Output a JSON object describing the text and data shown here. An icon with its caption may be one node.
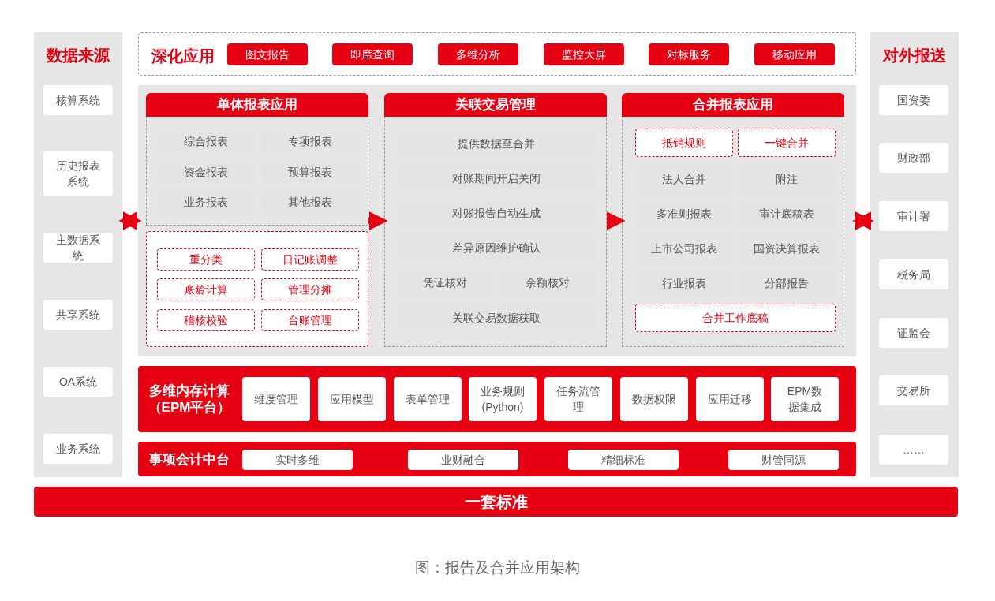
{
  "diagram": {
    "caption": "图：报告及合并应用架构",
    "nodes": [
      {
        "text": [
          "数据来源"
        ]
      },
      {
        "text": [
          "核算系统"
        ],
        "in": 0
      },
      {
        "text": [
          "历史报表系统"
        ],
        "in": 0
      },
      {
        "text": [
          "主数据系统"
        ],
        "in": 0
      },
      {
        "text": [
          "共享系统"
        ],
        "in": 0
      },
      {
        "text": [
          "OA系统"
        ],
        "in": 0
      },
      {
        "text": [
          "业务系统"
        ],
        "in": 0
      },
      {
        "text": [
          "深化应用"
        ]
      },
      {
        "text": [
          "图文报告"
        ],
        "in": 7
      },
      {
        "text": [
          "即席查询"
        ],
        "in": 7
      },
      {
        "text": [
          "多维分析"
        ],
        "in": 7
      },
      {
        "text": [
          "监控大屏"
        ],
        "in": 7
      },
      {
        "text": [
          "对标服务"
        ],
        "in": 7
      },
      {
        "text": [
          "移动应用"
        ],
        "in": 7
      },
      {
        "text": [],
        "shape": "box"
      },
      {
        "text": [
          "单体报表应用"
        ],
        "in": 14
      },
      {
        "text": [
          "综合报表"
        ],
        "in": 15
      },
      {
        "text": [
          "专项报表"
        ],
        "in": 15
      },
      {
        "text": [
          "资金报表"
        ],
        "in": 15
      },
      {
        "text": [
          "预算报表"
        ],
        "in": 15
      },
      {
        "text": [
          "业务报表"
        ],
        "in": 15
      },
      {
        "text": [
          "其他报表"
        ],
        "in": 15
      },
      {
        "text": [],
        "shape": "box",
        "in": 14
      },
      {
        "text": [
          "重分类"
        ],
        "in": 22
      },
      {
        "text": [
          "日记账调整"
        ],
        "in": 22
      },
      {
        "text": [
          "账龄计算"
        ],
        "in": 22
      },
      {
        "text": [
          "管理分摊"
        ],
        "in": 22
      },
      {
        "text": [
          "稽核校验"
        ],
        "in": 22
      },
      {
        "text": [
          "台账管理"
        ],
        "in": 22
      },
      {
        "text": [
          "关联交易管理"
        ],
        "in": 14
      },
      {
        "text": [
          "提供数据至合并"
        ],
        "in": 29
      },
      {
        "text": [
          "对账期间开启关闭"
        ],
        "in": 29
      },
      {
        "text": [
          "对账报告自动生成"
        ],
        "in": 29
      },
      {
        "text": [
          "差异原因维护确认"
        ],
        "in": 29
      },
      {
        "text": [
          "凭证核对"
        ],
        "in": 29
      },
      {
        "text": [
          "余额核对"
        ],
        "in": 29
      },
      {
        "text": [
          "关联交易数据获取"
        ],
        "in": 29
      },
      {
        "text": [
          "合并报表应用"
        ],
        "in": 14
      },
      {
        "text": [
          "抵销规则"
        ],
        "in": 37
      },
      {
        "text": [
          "一键合并"
        ],
        "in": 37
      },
      {
        "text": [
          "法人合并"
        ],
        "in": 37
      },
      {
        "text": [
          "附注"
        ],
        "in": 37
      },
      {
        "text": [
          "多准则报表"
        ],
        "in": 37
      },
      {
        "text": [
          "审计底稿表"
        ],
        "in": 37
      },
      {
        "text": [
          "上市公司报表"
        ],
        "in": 37
      },
      {
        "text": [
          "国资决算报表"
        ],
        "in": 37
      },
      {
        "text": [
          "行业报表"
        ],
        "in": 37
      },
      {
        "text": [
          "分部报告"
        ],
        "in": 37
      },
      {
        "text": [
          "合并工作底稿"
        ],
        "in": 37
      },
      {
        "text": [
          "多维内存计算（EPM平台）"
        ]
      },
      {
        "text": [
          "维度管理"
        ],
        "in": 49
      },
      {
        "text": [
          "应用模型"
        ],
        "in": 49
      },
      {
        "text": [
          "表单管理"
        ],
        "in": 49
      },
      {
        "text": [
          "业务规则 (Python)"
        ],
        "in": 49
      },
      {
        "text": [
          "任务流管理"
        ],
        "in": 49
      },
      {
        "text": [
          "数据权限"
        ],
        "in": 49
      },
      {
        "text": [
          "应用迁移"
        ],
        "in": 49
      },
      {
        "text": [
          "EPM数据集成"
        ],
        "in": 49
      },
      {
        "text": [
          "事项会计中台"
        ]
      },
      {
        "text": [
          "实时多维"
        ],
        "in": 58
      },
      {
        "text": [
          "业财融合"
        ],
        "in": 58
      },
      {
        "text": [
          "精细标准"
        ],
        "in": 58
      },
      {
        "text": [
          "财管同源"
        ],
        "in": 58
      },
      {
        "text": [
          "对外报送"
        ]
      },
      {
        "text": [
          "国资委"
        ],
        "in": 63
      },
      {
        "text": [
          "财政部"
        ],
        "in": 63
      },
      {
        "text": [
          "审计署"
        ],
        "in": 63
      },
      {
        "text": [
          "税务局"
        ],
        "in": 63
      },
      {
        "text": [
          "证监会"
        ],
        "in": 63
      },
      {
        "text": [
          "交易所"
        ],
        "in": 63
      },
      {
        "text": [
          "……"
        ],
        "in": 63
      },
      {
        "text": [
          "一套标准"
        ]
      }
    ],
    "edges": [
      {
        "from": 0,
        "to": 14,
        "arrow": "both"
      },
      {
        "from": 15,
        "to": 29,
        "arrow": "to"
      },
      {
        "from": 29,
        "to": 37,
        "arrow": "to"
      },
      {
        "from": 14,
        "to": 63,
        "arrow": "both"
      }
    ]
  }
}
